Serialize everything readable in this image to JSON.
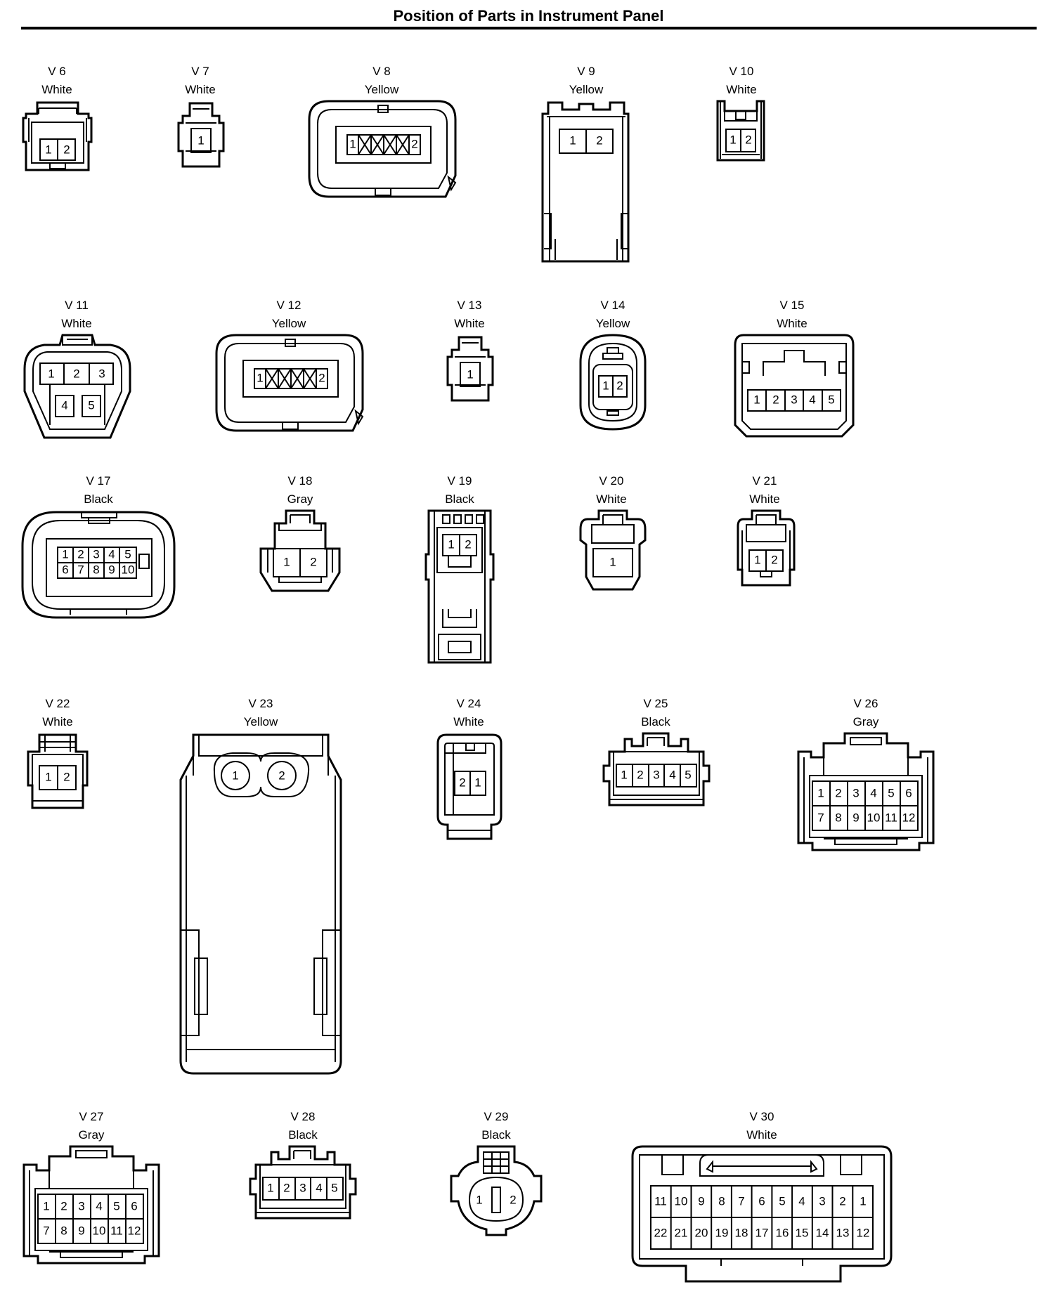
{
  "page": {
    "title": "Position of Parts in Instrument Panel"
  },
  "connectors": [
    {
      "id": "V 6",
      "color": "White",
      "pins": [
        "1",
        "2"
      ]
    },
    {
      "id": "V 7",
      "color": "White",
      "pins": [
        "1"
      ]
    },
    {
      "id": "V 8",
      "color": "Yellow",
      "pins": [
        "1",
        "2"
      ]
    },
    {
      "id": "V 9",
      "color": "Yellow",
      "pins": [
        "1",
        "2"
      ]
    },
    {
      "id": "V 10",
      "color": "White",
      "pins": [
        "1",
        "2"
      ]
    },
    {
      "id": "V 11",
      "color": "White",
      "pins": [
        "1",
        "2",
        "3",
        "4",
        "5"
      ]
    },
    {
      "id": "V 12",
      "color": "Yellow",
      "pins": [
        "1",
        "2"
      ]
    },
    {
      "id": "V 13",
      "color": "White",
      "pins": [
        "1"
      ]
    },
    {
      "id": "V 14",
      "color": "Yellow",
      "pins": [
        "1",
        "2"
      ]
    },
    {
      "id": "V 15",
      "color": "White",
      "pins": [
        "1",
        "2",
        "3",
        "4",
        "5"
      ]
    },
    {
      "id": "V 17",
      "color": "Black",
      "pins": [
        "1",
        "2",
        "3",
        "4",
        "5",
        "6",
        "7",
        "8",
        "9",
        "10"
      ]
    },
    {
      "id": "V 18",
      "color": "Gray",
      "pins": [
        "1",
        "2"
      ]
    },
    {
      "id": "V 19",
      "color": "Black",
      "pins": [
        "1",
        "2"
      ]
    },
    {
      "id": "V 20",
      "color": "White",
      "pins": [
        "1"
      ]
    },
    {
      "id": "V 21",
      "color": "White",
      "pins": [
        "1",
        "2"
      ]
    },
    {
      "id": "V 22",
      "color": "White",
      "pins": [
        "1",
        "2"
      ]
    },
    {
      "id": "V 23",
      "color": "Yellow",
      "pins": [
        "1",
        "2"
      ]
    },
    {
      "id": "V 24",
      "color": "White",
      "pins": [
        "2",
        "1"
      ]
    },
    {
      "id": "V 25",
      "color": "Black",
      "pins": [
        "1",
        "2",
        "3",
        "4",
        "5"
      ]
    },
    {
      "id": "V 26",
      "color": "Gray",
      "pins": [
        "1",
        "2",
        "3",
        "4",
        "5",
        "6",
        "7",
        "8",
        "9",
        "10",
        "11",
        "12"
      ]
    },
    {
      "id": "V 27",
      "color": "Gray",
      "pins": [
        "1",
        "2",
        "3",
        "4",
        "5",
        "6",
        "7",
        "8",
        "9",
        "10",
        "11",
        "12"
      ]
    },
    {
      "id": "V 28",
      "color": "Black",
      "pins": [
        "1",
        "2",
        "3",
        "4",
        "5"
      ]
    },
    {
      "id": "V 29",
      "color": "Black",
      "pins": [
        "1",
        "2"
      ]
    },
    {
      "id": "V 30",
      "color": "White",
      "pins": [
        "11",
        "10",
        "9",
        "8",
        "7",
        "6",
        "5",
        "4",
        "3",
        "2",
        "1",
        "22",
        "21",
        "20",
        "19",
        "18",
        "17",
        "16",
        "15",
        "14",
        "13",
        "12"
      ]
    }
  ]
}
